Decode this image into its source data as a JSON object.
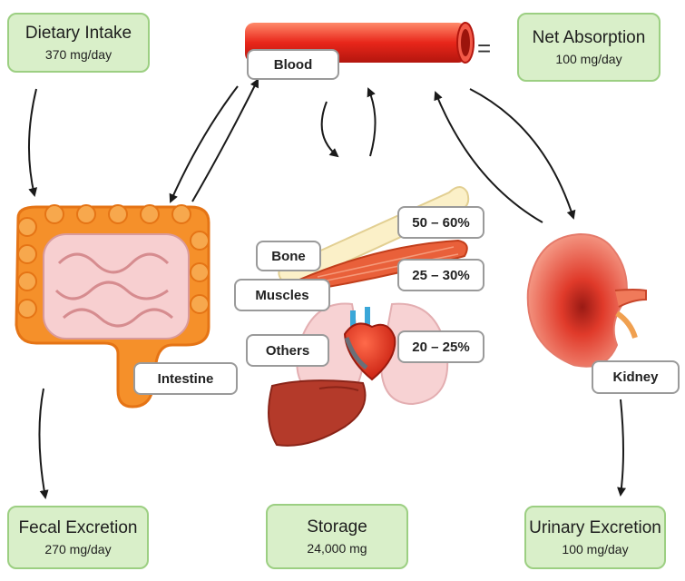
{
  "boxes": {
    "dietary": {
      "title": "Dietary Intake",
      "value": "370 mg/day"
    },
    "net": {
      "title": "Net Absorption",
      "value": "100 mg/day"
    },
    "fecal": {
      "title": "Fecal Excretion",
      "value": "270 mg/day"
    },
    "storage": {
      "title": "Storage",
      "value": "24,000 mg"
    },
    "urinary": {
      "title": "Urinary Excretion",
      "value": "100 mg/day"
    }
  },
  "labels": {
    "blood": "Blood",
    "intestine": "Intestine",
    "kidney": "Kidney",
    "bone": "Bone",
    "muscles": "Muscles",
    "others": "Others"
  },
  "percents": {
    "bone": "50 – 60%",
    "muscles": "25 – 30%",
    "others": "20 – 25%"
  },
  "equals_sign": "="
}
